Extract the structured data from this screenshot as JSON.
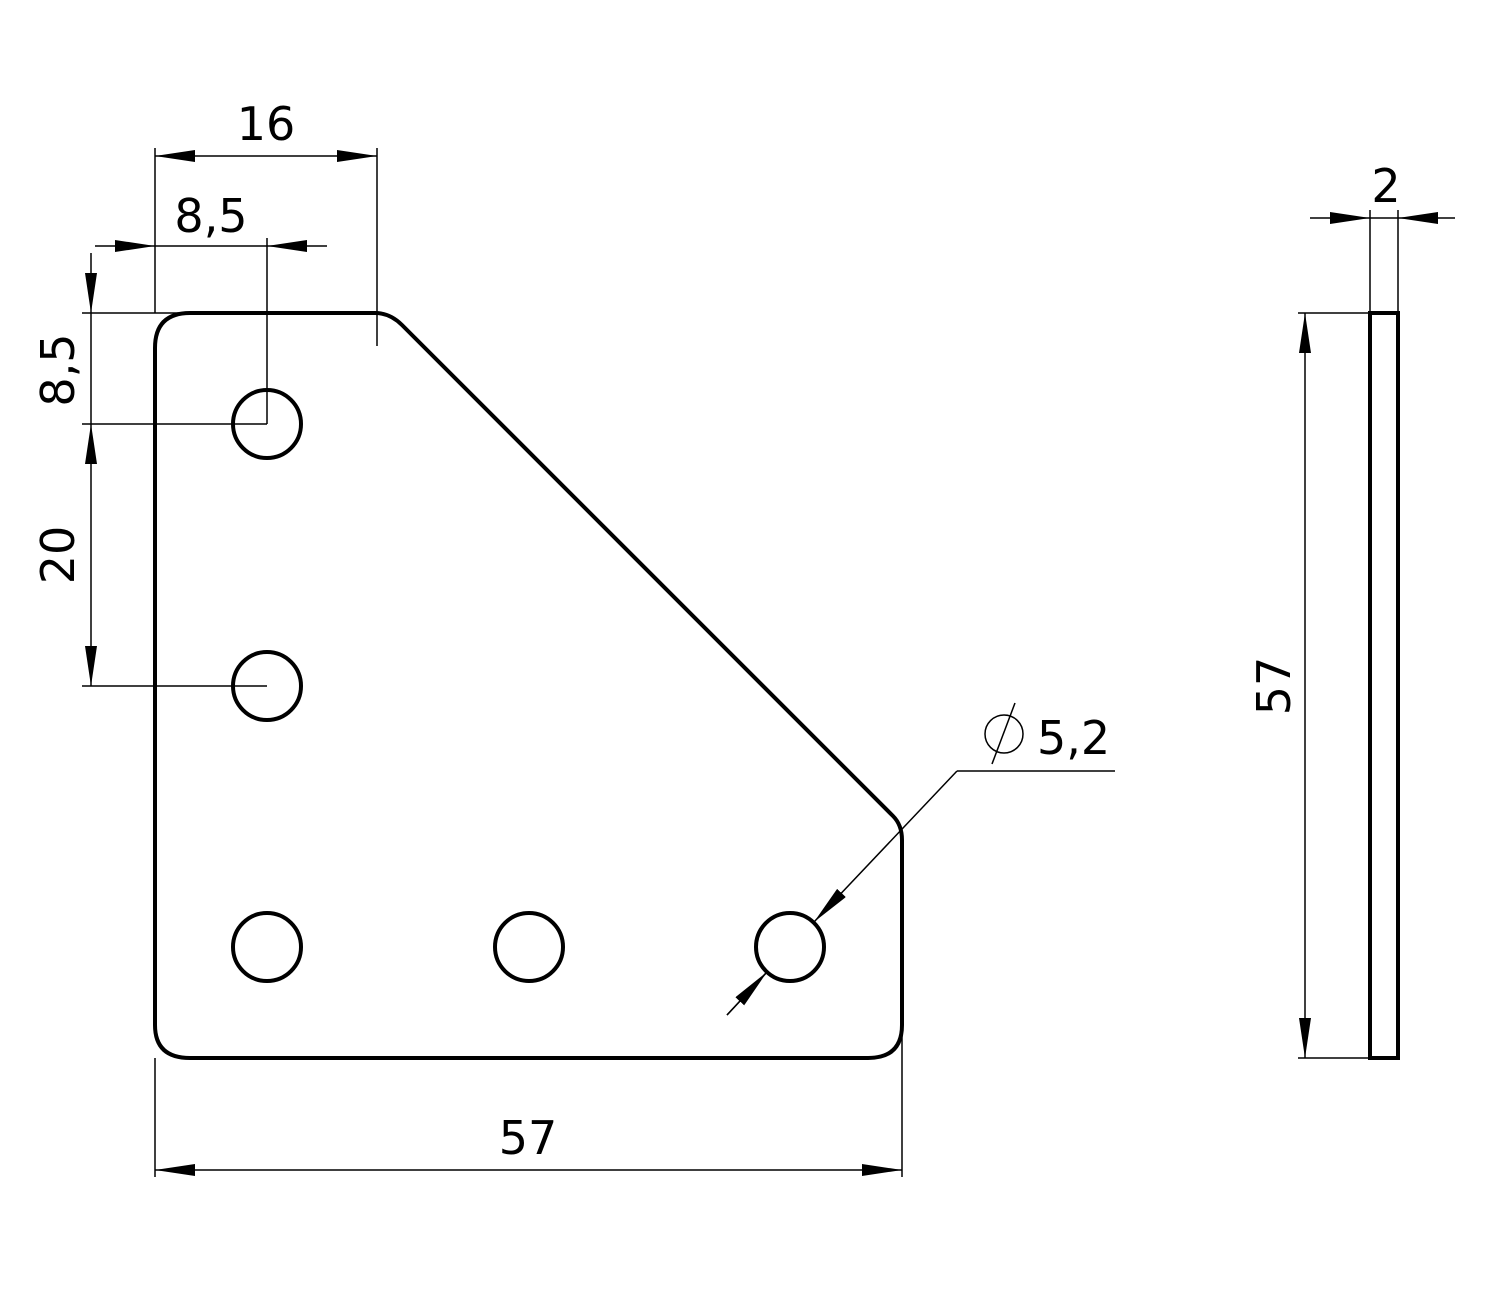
{
  "drawing": {
    "front_view": {
      "dim_top_width": "16",
      "dim_hole_offset_x": "8,5",
      "dim_hole_offset_y": "8,5",
      "dim_hole_spacing": "20",
      "dim_overall_width": "57",
      "hole_diameter_symbol": "⌀",
      "hole_diameter": "5,2"
    },
    "side_view": {
      "dim_thickness": "2",
      "dim_height": "57"
    }
  }
}
